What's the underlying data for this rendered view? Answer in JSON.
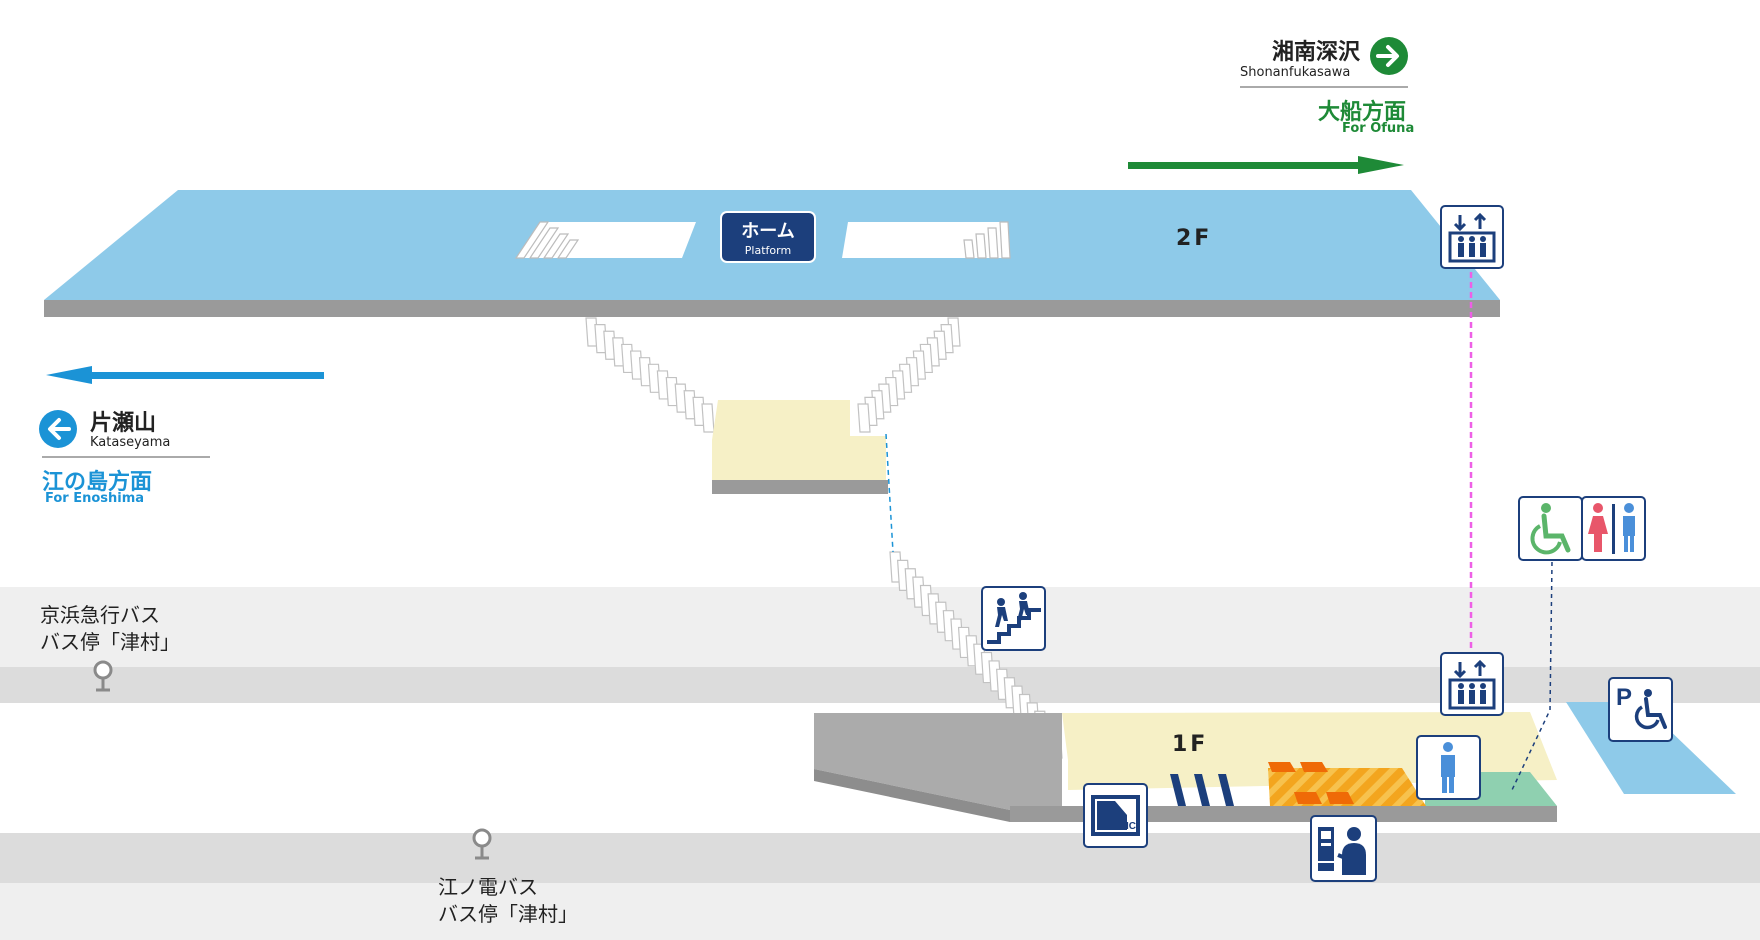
{
  "direction_right": {
    "station_jp": "湘南深沢",
    "station_en": "Shonanfukasawa",
    "dest_jp": "大船方面",
    "dest_en": "For Ofuna",
    "color": "#1e8a37"
  },
  "direction_left": {
    "station_jp": "片瀬山",
    "station_en": "Kataseyama",
    "dest_jp": "江の島方面",
    "dest_en": "For Enoshima",
    "color": "#1b93d6"
  },
  "platform": {
    "label_jp": "ホーム",
    "label_en": "Platform",
    "floor": "2F",
    "color": "#8ecae9"
  },
  "ground_floor": {
    "floor": "1F"
  },
  "bus_stops": [
    {
      "line1": "京浜急行バス",
      "line2": "バス停「津村」"
    },
    {
      "line1": "江ノ電バス",
      "line2": "バス停「津村」"
    }
  ],
  "icons": {
    "elevator": "elevator-icon",
    "stairs": "stairs-icon",
    "wheelchair": "wheelchair-icon",
    "restroom": "restroom-icon",
    "ic_card": "ic-card-reader-icon",
    "ticket": "ticket-machine-icon",
    "staff": "station-staff-icon",
    "parking": "accessible-parking-icon",
    "bus_stop": "bus-stop-icon"
  }
}
